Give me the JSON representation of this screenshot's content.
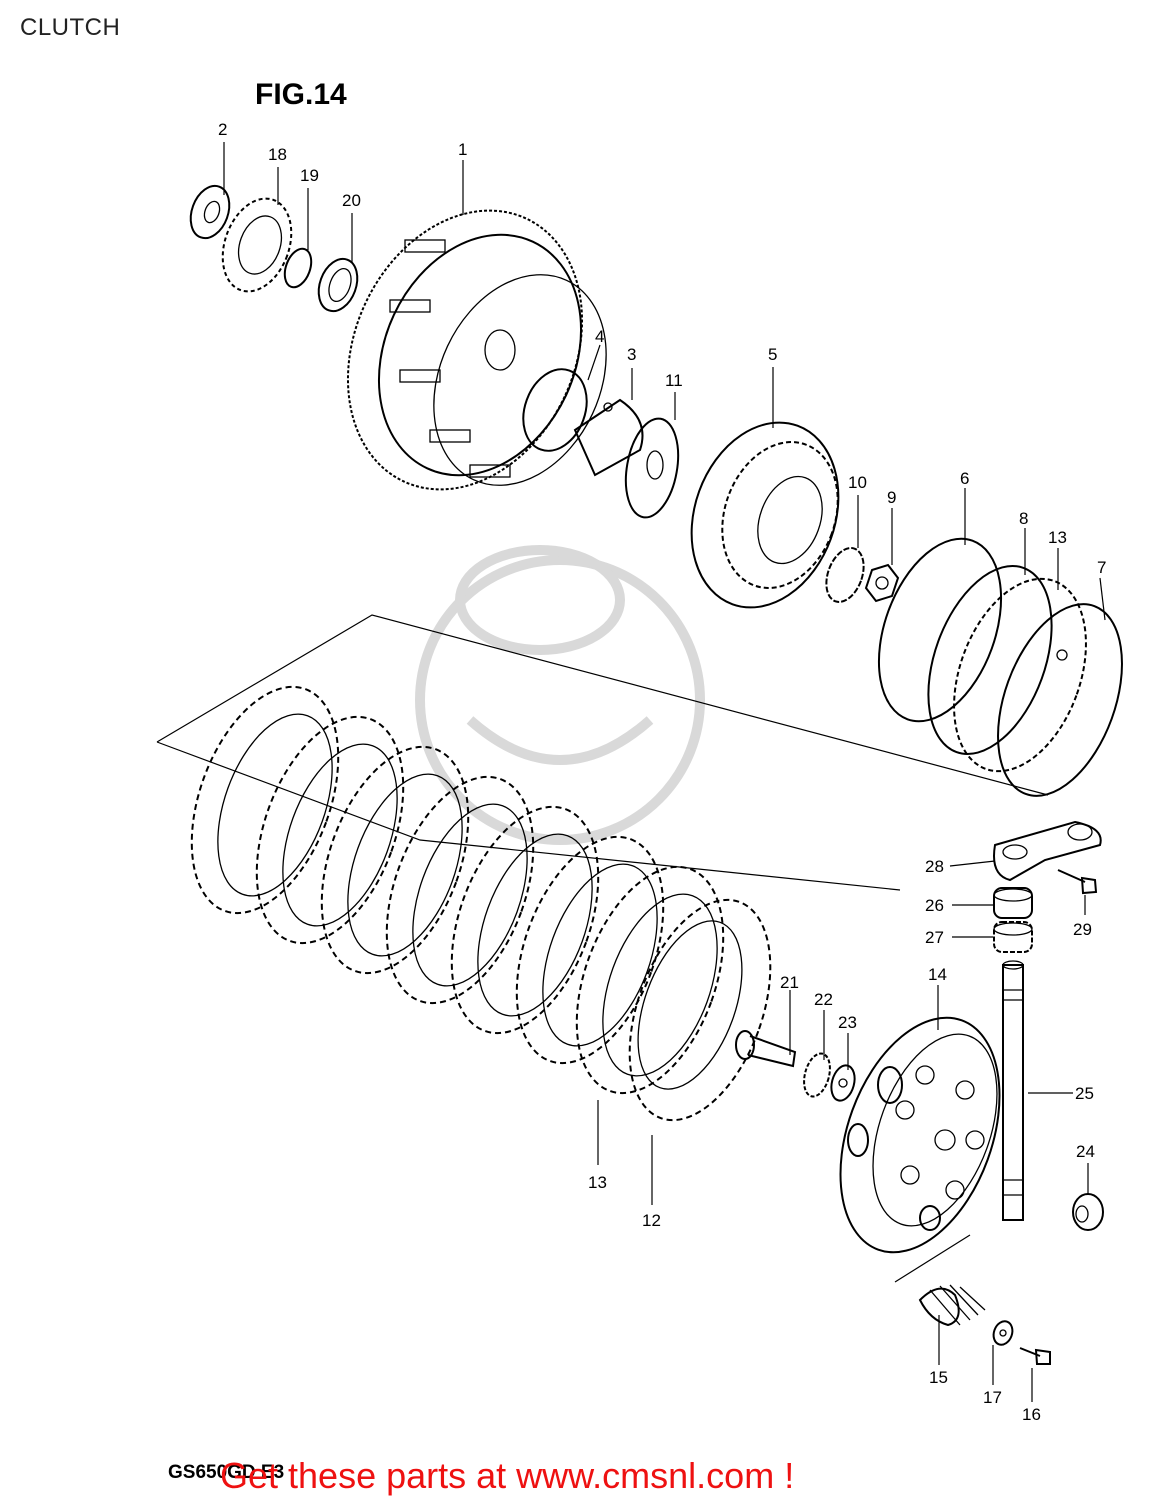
{
  "page_title": "CLUTCH",
  "figure_label": "FIG.14",
  "model_code": "GS650GD E3",
  "cta_text": "Get these parts at www.cmsnl.com !",
  "callouts": {
    "p1": "1",
    "p2": "2",
    "p3": "3",
    "p4": "4",
    "p5": "5",
    "p6": "6",
    "p7": "7",
    "p8": "8",
    "p9": "9",
    "p10": "10",
    "p11": "11",
    "p12": "12",
    "p13a": "13",
    "p13b": "13",
    "p14": "14",
    "p15": "15",
    "p16": "16",
    "p17": "17",
    "p18": "18",
    "p19": "19",
    "p20": "20",
    "p21": "21",
    "p22": "22",
    "p23": "23",
    "p24": "24",
    "p25": "25",
    "p26": "26",
    "p27": "27",
    "p28": "28",
    "p29": "29"
  },
  "colors": {
    "cta": "#ee1111",
    "line": "#000000",
    "watermark": "#d9d9d9"
  }
}
